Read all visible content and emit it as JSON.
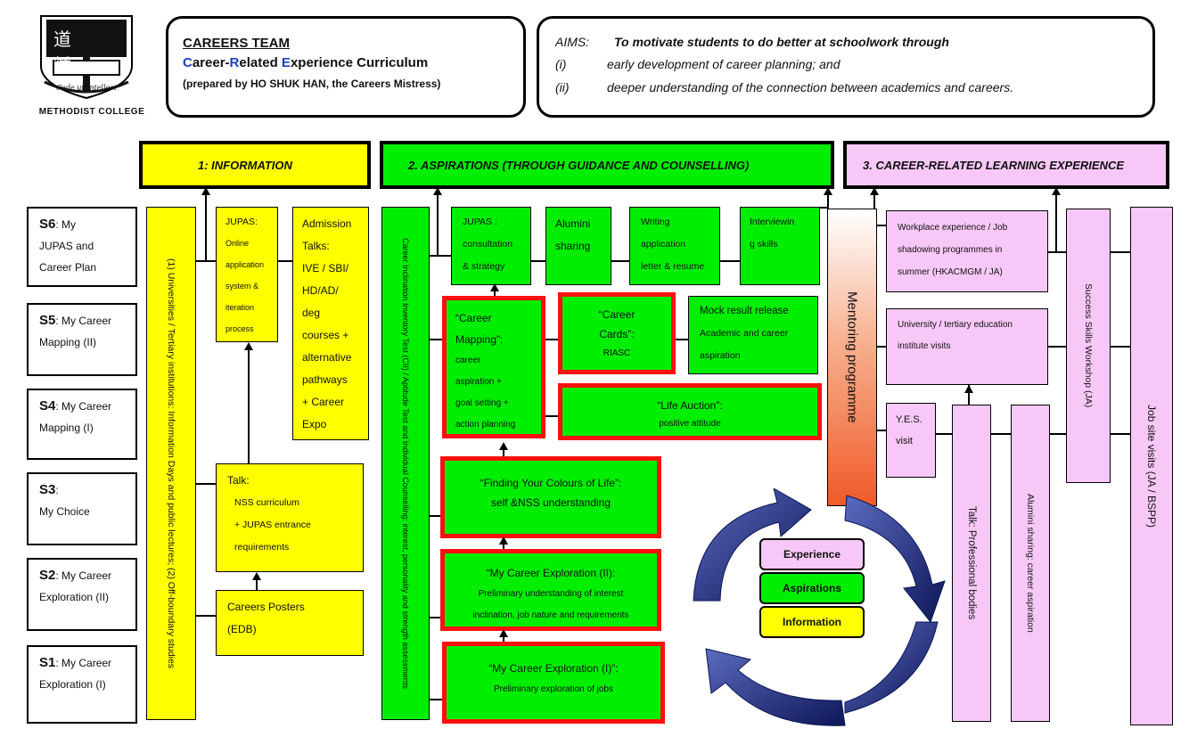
{
  "school": {
    "name": "METHODIST COLLEGE",
    "crest_chars": "道 循",
    "motto": "Cede ut Intellect"
  },
  "title_box": {
    "team": "CAREERS TEAM",
    "curriculum": {
      "C": "C",
      "areer": "areer-",
      "R": "R",
      "elated": "elated ",
      "E": "E",
      "xperience": "xperience Curriculum"
    },
    "prepared": "(prepared by HO SHUK HAN, the Careers Mistress)"
  },
  "aims": {
    "heading": "AIMS:",
    "statement": "To motivate students to do better at schoolwork through",
    "items": [
      {
        "num": "(i)",
        "text": "early development of career planning; and"
      },
      {
        "num": "(ii)",
        "text": "deeper understanding of the connection between academics and careers."
      }
    ]
  },
  "headers": {
    "info": "1:    INFORMATION",
    "asp": "2.    ASPIRATIONS    (THROUGH GUIDANCE AND COUNSELLING)",
    "crle": "3.    CAREER-RELATED LEARNING EXPERIENCE"
  },
  "levels": [
    {
      "code": "S6",
      "l1": ":     My",
      "l2": "JUPAS and",
      "l3": "Career Plan"
    },
    {
      "code": "S5",
      "l1": ": My Career",
      "l2": "Mapping (II)",
      "l3": ""
    },
    {
      "code": "S4",
      "l1": ": My Career",
      "l2": "Mapping (I)",
      "l3": ""
    },
    {
      "code": "S3",
      "l1": ":",
      "l2": "My Choice",
      "l3": ""
    },
    {
      "code": "S2",
      "l1": ": My Career",
      "l2": "Exploration (II)",
      "l3": ""
    },
    {
      "code": "S1",
      "l1": ": My Career",
      "l2": "Exploration (I)",
      "l3": ""
    }
  ],
  "info": {
    "vertical": "(1) Universities / Tertiary institutions:  Information Days and public lectures; (2) Off-boundary studies",
    "jupas": [
      "JUPAS:",
      "Online",
      "application",
      "system &",
      "iteration",
      "process"
    ],
    "admission": [
      "Admission",
      "Talks:",
      "IVE / SBI/",
      "HD/AD/",
      "deg",
      "courses +",
      "alternative",
      "pathways",
      "+ Career",
      "Expo"
    ],
    "talk": [
      "Talk:",
      "NSS curriculum",
      "+ JUPAS entrance",
      "requirements"
    ],
    "posters": [
      "Careers Posters",
      "(EDB)"
    ]
  },
  "asp": {
    "vertical": "Career Inclination Inventory Test (CII) / Aptitude Test and Individual Counselling: interest, personality and strength assessments",
    "jupas_cons": [
      "JUPAS :",
      "consultation",
      "& strategy"
    ],
    "alumni": [
      "Alumini",
      "sharing"
    ],
    "writing": [
      "Writing",
      "application",
      "letter & resume"
    ],
    "interview": [
      "Interviewin",
      "g skills"
    ],
    "mapping": [
      "“Career",
      "Mapping”:",
      "career",
      "aspiration +",
      "goal setting +",
      "action planning"
    ],
    "cards": [
      "“Career",
      "Cards”:",
      "RIASC"
    ],
    "mock": [
      "Mock result release",
      "Academic and career",
      "aspiration"
    ],
    "auction": [
      "“Life Auction”:",
      "positive attitude"
    ],
    "colours": [
      "“Finding Your Colours of Life”:",
      "self &NSS understanding"
    ],
    "explore2": [
      "“My Career Exploration (II):",
      "Preliminary understanding of interest",
      "inclination, job nature and requirements"
    ],
    "explore1": [
      "“My Career Exploration (I)”:",
      "Preliminary exploration of jobs"
    ]
  },
  "mentoring": "Mentoring programme",
  "cycle": [
    "Experience",
    "Aspirations",
    "Information"
  ],
  "crle": {
    "workplace": [
      "Workplace experience / Job",
      "shadowing programmes in",
      "summer (HKACMGM / JA)"
    ],
    "university": [
      "University / tertiary education",
      "institute visits"
    ],
    "yes": [
      "Y.E.S.",
      "visit"
    ],
    "talk_prof": "Talk: Professional bodies",
    "alumni_sharing": "Alumini sharing: career aspiration",
    "success": "Success Skills Workshop (JA)",
    "jobsite": "Job site visits (JA / BSPP)"
  },
  "colors": {
    "yellow": "#ffff00",
    "green": "#00ee00",
    "pink": "#f7c8f7",
    "red": "#ff1010",
    "blue": "#1a237e",
    "orange": "#f05a28"
  }
}
